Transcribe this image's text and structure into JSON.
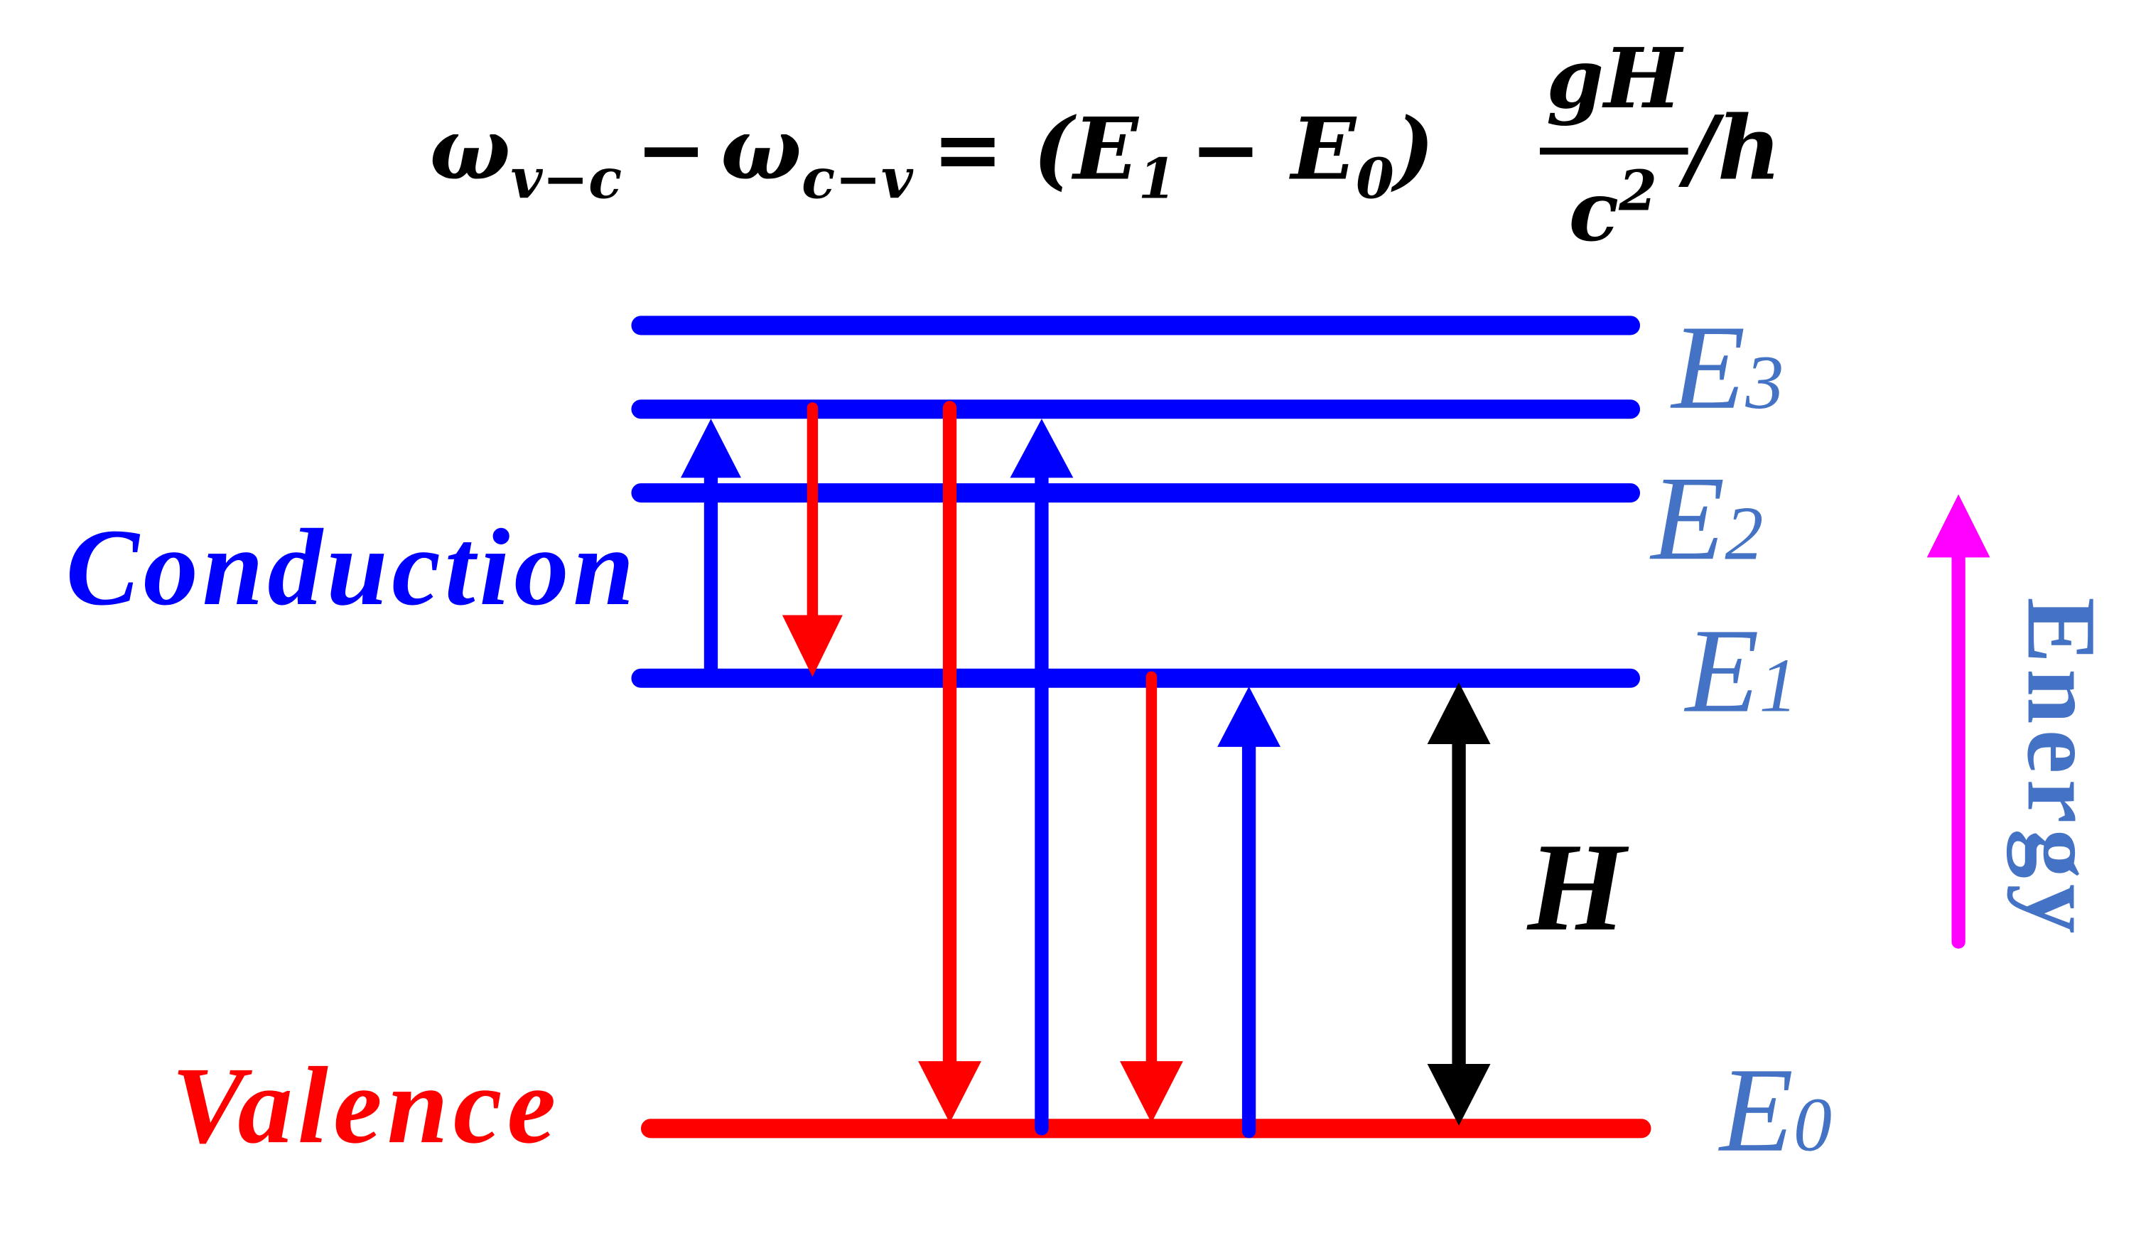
{
  "equation": {
    "omega1": "ω",
    "sub1": "v−c",
    "minus": "−",
    "omega2": "ω",
    "sub2": "c−v",
    "equals": "= (",
    "E1": "E",
    "E1sub": "1",
    "minus2": "− ",
    "E0": "E",
    "E0sub": "0",
    "close": ")",
    "numerator": "gH",
    "denominator": "c",
    "denominator_sup": "2",
    "slash_h": "/h"
  },
  "levels": [
    {
      "label": "E",
      "sub": "3"
    },
    {
      "label": "E",
      "sub": "2"
    },
    {
      "label": "E",
      "sub": "1"
    },
    {
      "label": "E",
      "sub": "0"
    }
  ],
  "bands": {
    "conduction": "Conduction",
    "valence": "Valence"
  },
  "gap_label": "H",
  "axis_label": "Energy",
  "colors": {
    "conduction": "#0000ff",
    "valence": "#ff0000",
    "level_label": "#4472c4",
    "energy_arrow": "#ff00ff",
    "gap": "#000000"
  }
}
